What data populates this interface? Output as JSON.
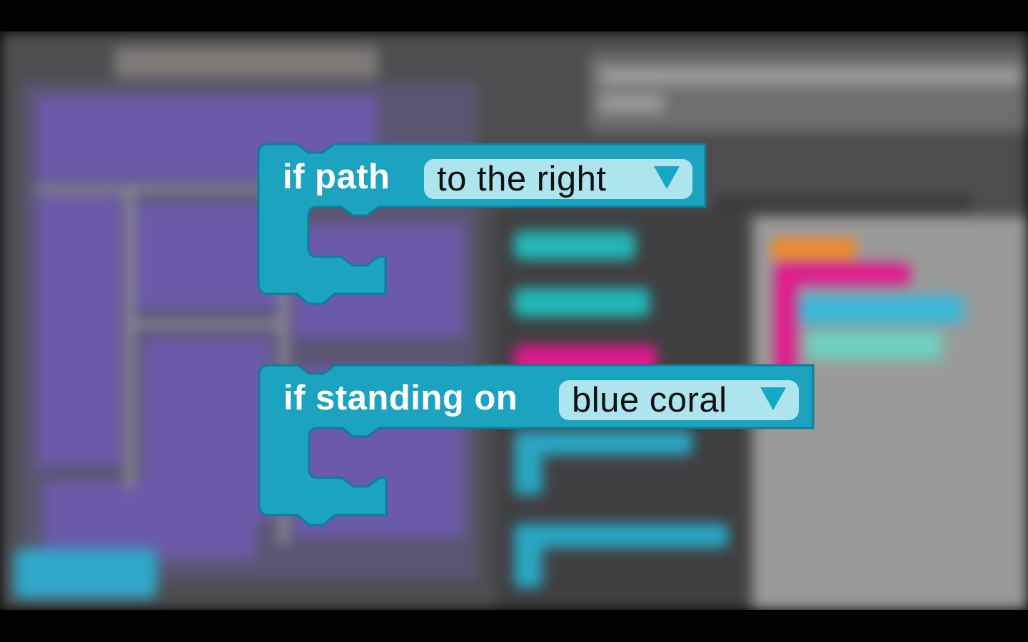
{
  "colors": {
    "block_fill": "#1ca3bf",
    "block_stroke": "#0e7f98",
    "dropdown_fill": "#aee4ee",
    "dropdown_arrow": "#14a8c4",
    "label_text": "#ffffff",
    "dropdown_text": "#101010",
    "background": "#4d4d4f",
    "maze_purple": "#6b5aa8"
  },
  "blocks": [
    {
      "label": "if path",
      "dropdown_value": "to the right",
      "dropdown_icon": "triangle-down-icon"
    },
    {
      "label": "if standing on",
      "dropdown_value": "blue coral",
      "dropdown_icon": "triangle-down-icon"
    }
  ]
}
